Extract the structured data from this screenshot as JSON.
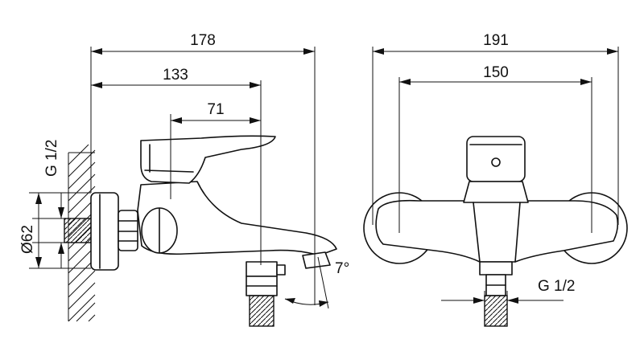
{
  "side_view": {
    "dim_overall_width": "178",
    "dim_spout_reach": "133",
    "dim_handle_offset": "71",
    "dim_wall_thread": "G 1/2",
    "dim_flange_diameter": "Ø62",
    "dim_spout_angle": "7°"
  },
  "front_view": {
    "dim_overall_width": "191",
    "dim_center_distance": "150",
    "dim_outlet_thread": "G 1/2"
  }
}
